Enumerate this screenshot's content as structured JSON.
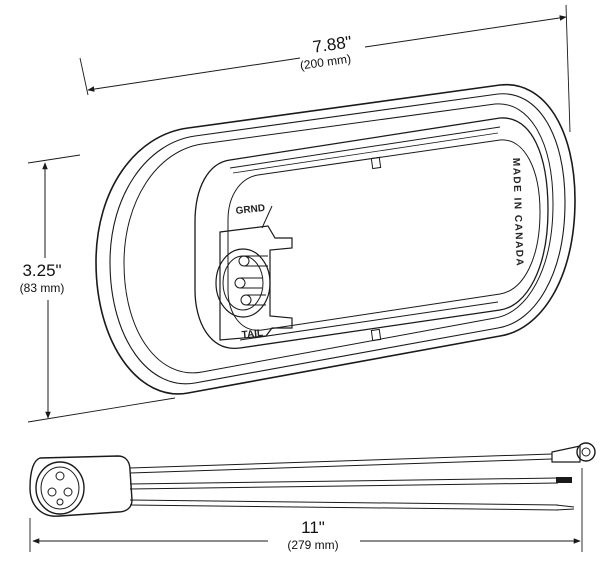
{
  "dimensions": {
    "width": {
      "main": "7.88\"",
      "sub": "(200 mm)"
    },
    "height": {
      "main": "3.25\"",
      "sub": "(83 mm)"
    },
    "length": {
      "main": "11\"",
      "sub": "(279 mm)"
    }
  },
  "labels": {
    "grnd": "GRND",
    "tail": "TAIL",
    "made_in_canada": "MADE IN CANADA"
  },
  "colors": {
    "line": "#1a1a1a",
    "background": "#ffffff"
  }
}
